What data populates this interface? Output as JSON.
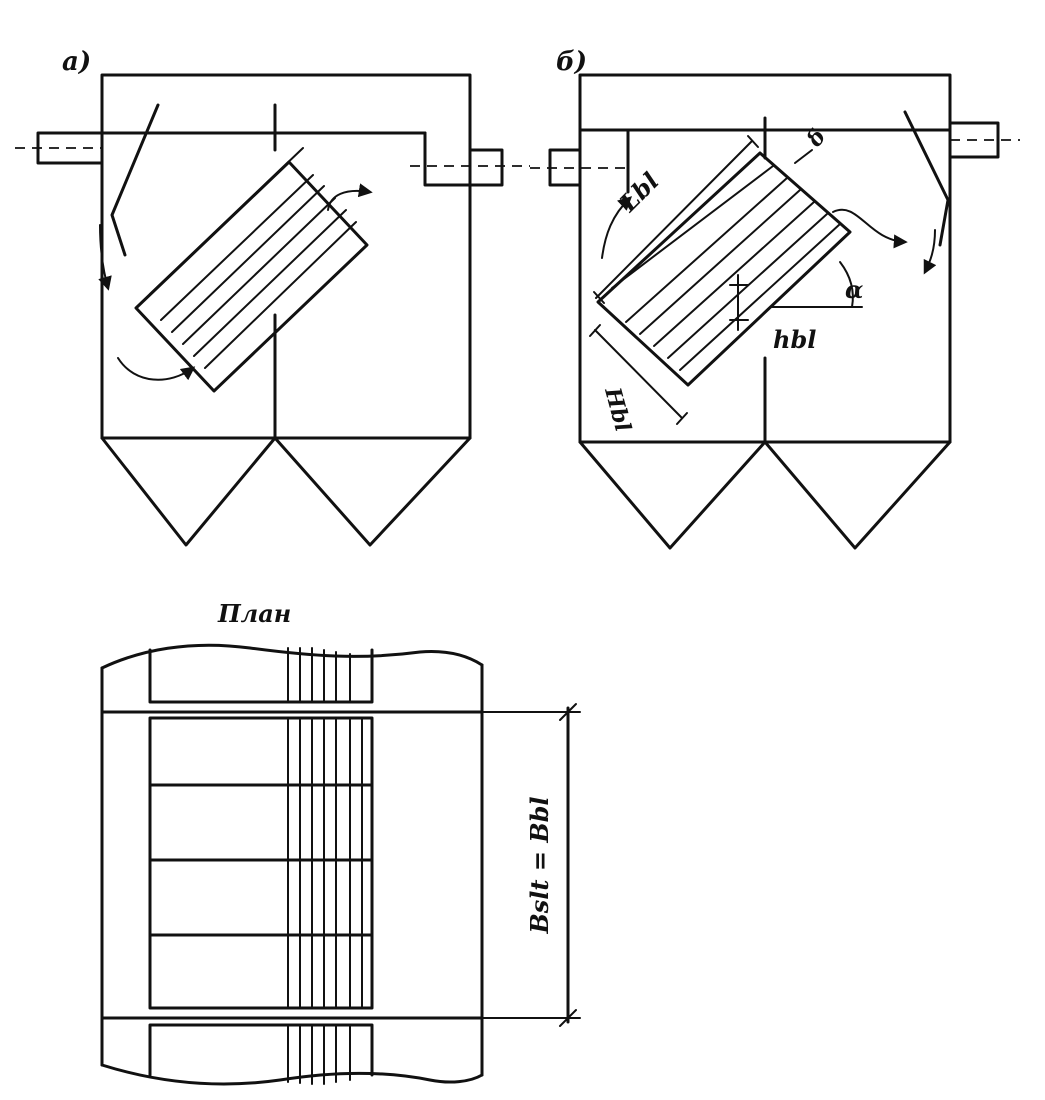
{
  "figure": {
    "panel_a": {
      "label": "а)"
    },
    "panel_b": {
      "label": "б)",
      "dim_length": "Lbl",
      "dim_height": "Hbl",
      "dim_pitch": "hbl",
      "dim_gap": "δ",
      "angle": "α"
    },
    "plan": {
      "title": "План",
      "dim_width": "Bslt = Bbl"
    }
  },
  "colors": {
    "ink": "#111111",
    "paper": "#ffffff"
  }
}
